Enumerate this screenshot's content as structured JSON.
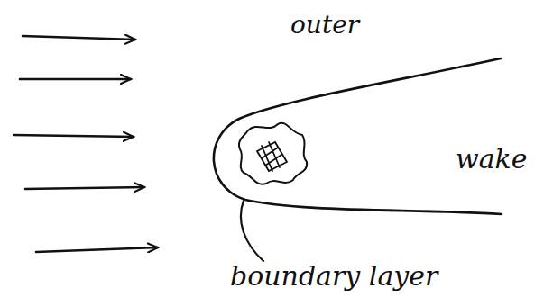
{
  "diagram": {
    "labels": [
      "outer",
      "wake",
      "boundary layer"
    ]
  }
}
